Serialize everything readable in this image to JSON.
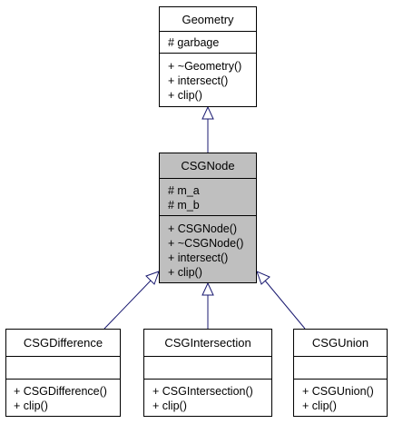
{
  "classes": {
    "geometry": {
      "name": "Geometry",
      "attributes": [
        "# garbage"
      ],
      "methods": [
        "+ ~Geometry()",
        "+ intersect()",
        "+ clip()"
      ]
    },
    "csgnode": {
      "name": "CSGNode",
      "attributes": [
        "# m_a",
        "# m_b"
      ],
      "methods": [
        "+ CSGNode()",
        "+ ~CSGNode()",
        "+ intersect()",
        "+ clip()"
      ]
    },
    "csgdifference": {
      "name": "CSGDifference",
      "attributes": [],
      "methods": [
        "+ CSGDifference()",
        "+ clip()"
      ]
    },
    "csgintersection": {
      "name": "CSGIntersection",
      "attributes": [],
      "methods": [
        "+ CSGIntersection()",
        "+ clip()"
      ]
    },
    "csgunion": {
      "name": "CSGUnion",
      "attributes": [],
      "methods": [
        "+ CSGUnion()",
        "+ clip()"
      ]
    }
  },
  "colors": {
    "highlight_fill": "#bfbfbf",
    "edge": "#191970"
  }
}
